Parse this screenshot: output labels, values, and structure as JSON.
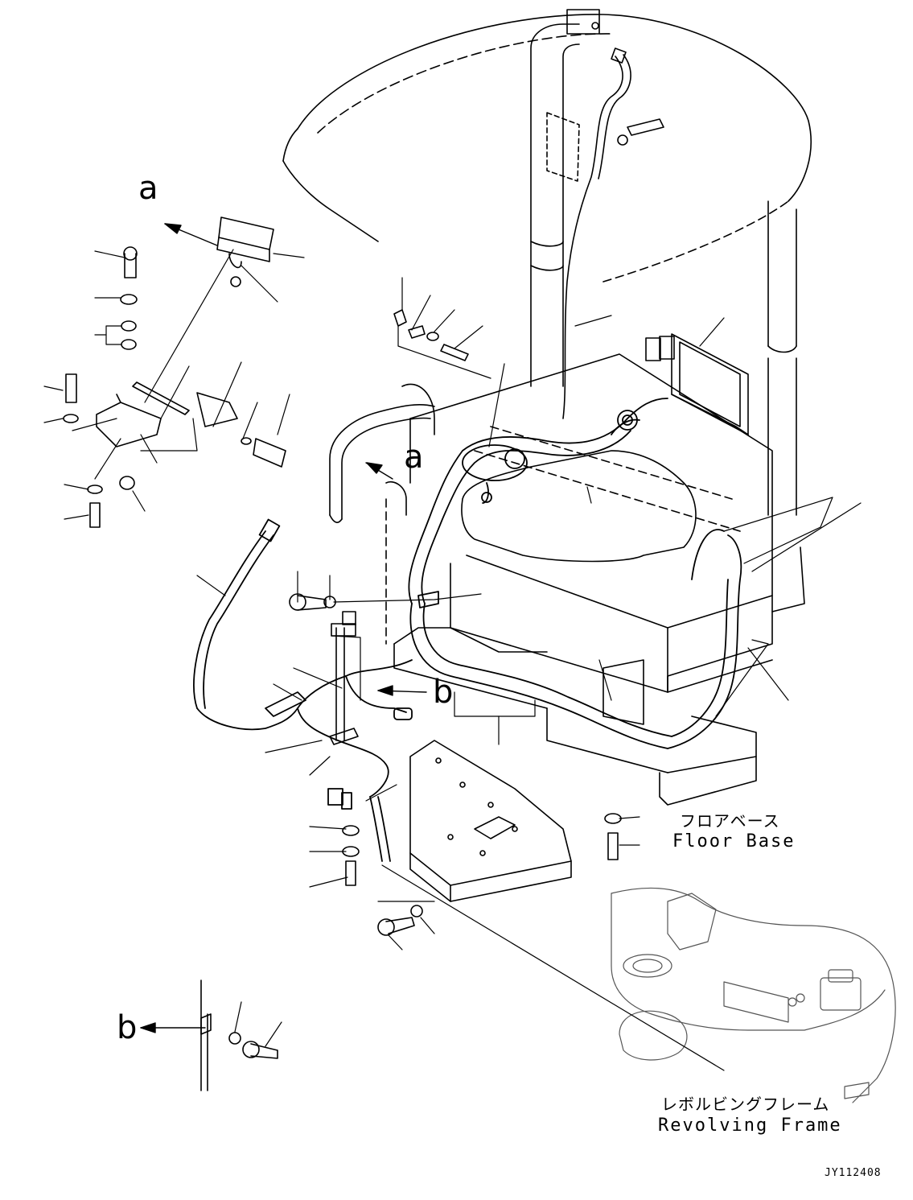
{
  "callouts": {
    "a_top": "a",
    "a_mid": "a",
    "b_mid": "b",
    "b_bottom": "b"
  },
  "floor_base": {
    "jp": "フロアベース",
    "en": "Floor Base"
  },
  "revolving_frame": {
    "jp": "レボルビングフレーム",
    "en": "Revolving Frame"
  },
  "drawing_code": "JY112408"
}
